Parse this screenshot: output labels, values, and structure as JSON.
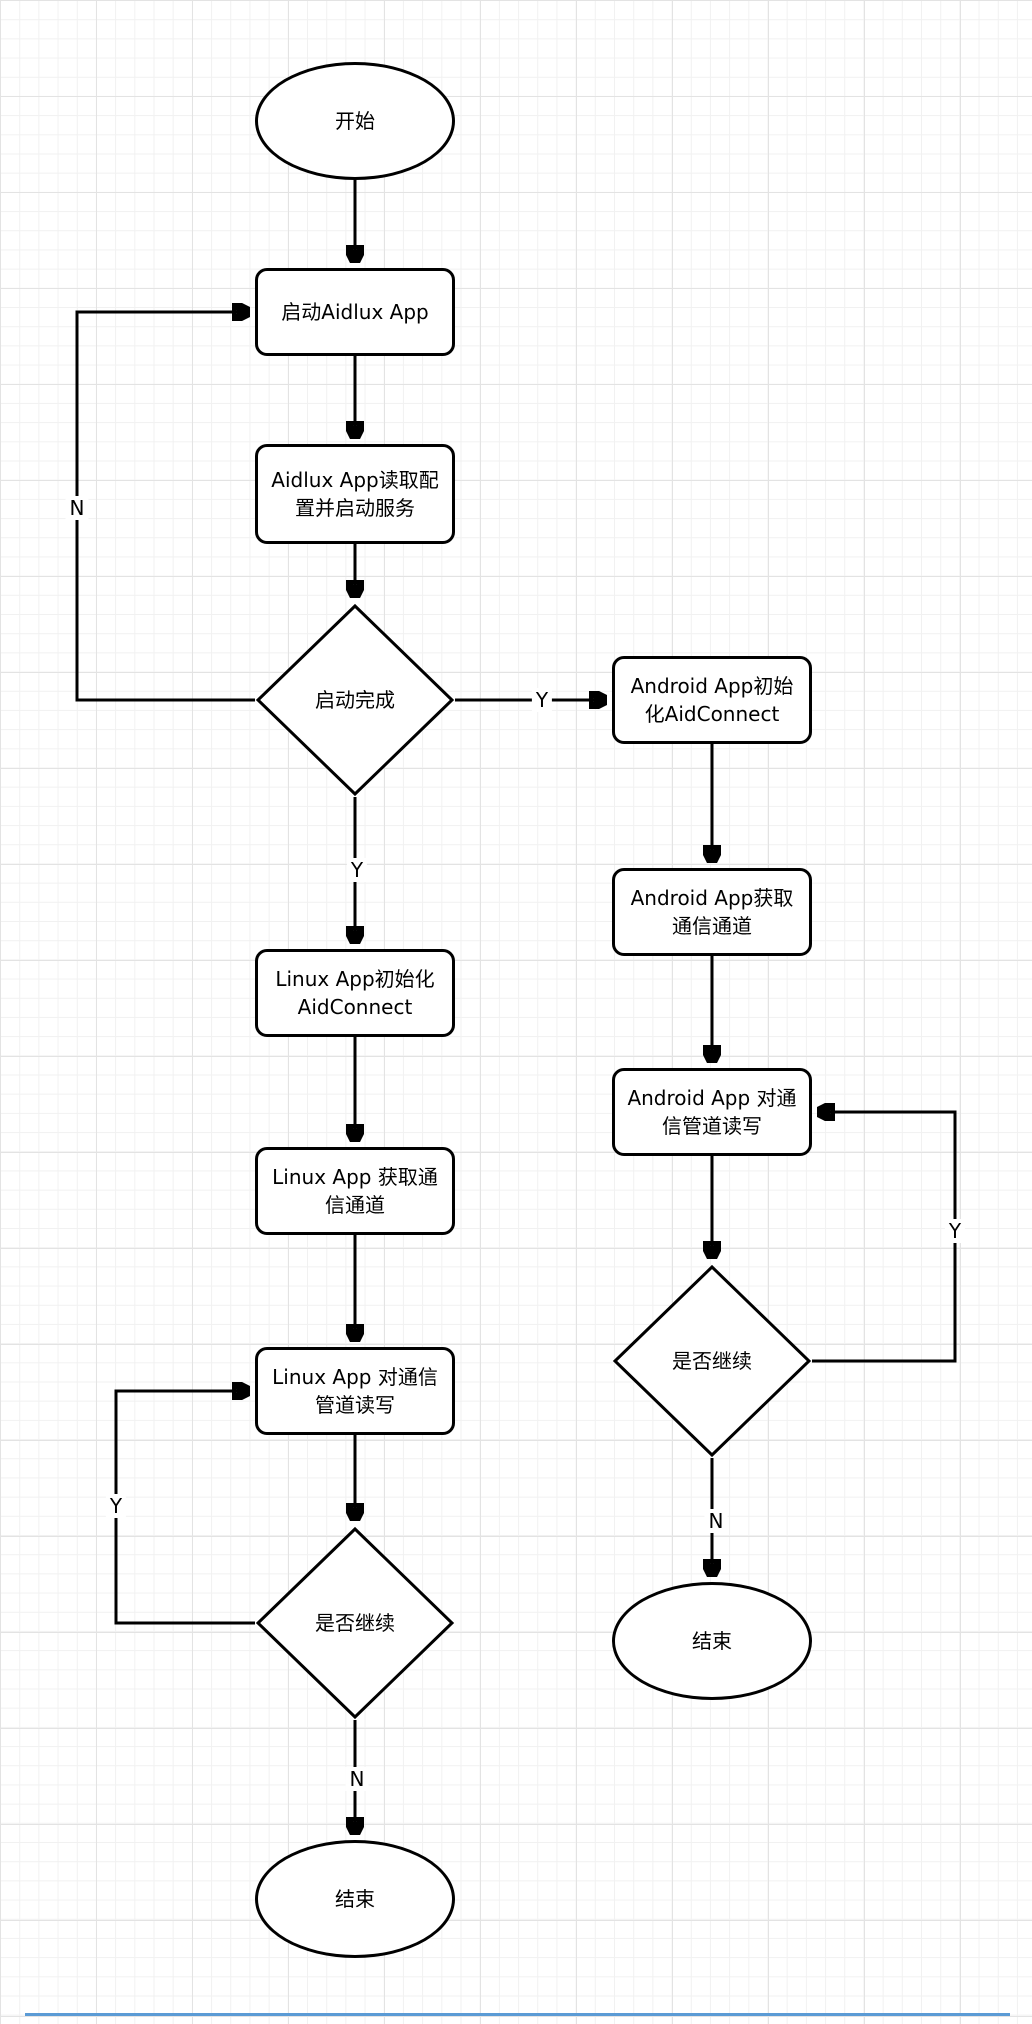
{
  "diagram": {
    "type": "flowchart",
    "nodes": {
      "start": {
        "label": "开始",
        "shape": "ellipse"
      },
      "launch_app": {
        "label": "启动Aidlux App",
        "shape": "rounded-rect"
      },
      "read_config": {
        "label": "Aidlux App读取配置并启动服务",
        "shape": "rounded-rect"
      },
      "startup_done": {
        "label": "启动完成",
        "shape": "diamond"
      },
      "linux_init": {
        "label": "Linux App初始化AidConnect",
        "shape": "rounded-rect"
      },
      "linux_get_channel": {
        "label": "Linux App 获取通信通道",
        "shape": "rounded-rect"
      },
      "linux_rw_channel": {
        "label": "Linux App 对通信管道读写",
        "shape": "rounded-rect"
      },
      "linux_continue": {
        "label": "是否继续",
        "shape": "diamond"
      },
      "end_left": {
        "label": "结束",
        "shape": "ellipse"
      },
      "android_init": {
        "label": "Android App初始化AidConnect",
        "shape": "rounded-rect"
      },
      "android_get_channel": {
        "label": "Android App获取通信通道",
        "shape": "rounded-rect"
      },
      "android_rw_channel": {
        "label": "Android App 对通信管道读写",
        "shape": "rounded-rect"
      },
      "android_continue": {
        "label": "是否继续",
        "shape": "diamond"
      },
      "end_right": {
        "label": "结束",
        "shape": "ellipse"
      }
    },
    "edges": [
      {
        "from": "start",
        "to": "launch_app",
        "label": ""
      },
      {
        "from": "launch_app",
        "to": "read_config",
        "label": ""
      },
      {
        "from": "read_config",
        "to": "startup_done",
        "label": ""
      },
      {
        "from": "startup_done",
        "to": "android_init",
        "label": "Y"
      },
      {
        "from": "startup_done",
        "to": "linux_init",
        "label": "Y"
      },
      {
        "from": "linux_init",
        "to": "linux_get_channel",
        "label": ""
      },
      {
        "from": "linux_get_channel",
        "to": "linux_rw_channel",
        "label": ""
      },
      {
        "from": "linux_rw_channel",
        "to": "linux_continue",
        "label": ""
      },
      {
        "from": "linux_continue",
        "to": "end_left",
        "label": "N"
      },
      {
        "from": "startup_done",
        "to": "launch_app",
        "label": "N"
      },
      {
        "from": "linux_continue",
        "to": "linux_rw_channel",
        "label": "Y"
      },
      {
        "from": "android_init",
        "to": "android_get_channel",
        "label": ""
      },
      {
        "from": "android_get_channel",
        "to": "android_rw_channel",
        "label": ""
      },
      {
        "from": "android_rw_channel",
        "to": "android_continue",
        "label": ""
      },
      {
        "from": "android_continue",
        "to": "end_right",
        "label": "N"
      },
      {
        "from": "android_continue",
        "to": "android_rw_channel",
        "label": "Y"
      }
    ],
    "colors": {
      "stroke": "#000000",
      "fill": "#ffffff",
      "grid_minor": "#f1f1f1",
      "grid_major": "#e3e3e3",
      "bottom_line": "#5b9bd5"
    }
  }
}
